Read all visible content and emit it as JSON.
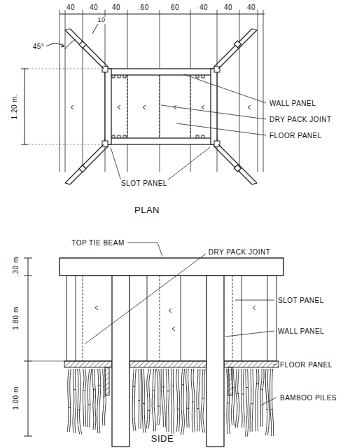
{
  "diagram": {
    "labels": [
      "40",
      "40",
      "40",
      ".60",
      "60",
      "40",
      "40",
      "40",
      "10",
      "45°",
      "1.20 m.",
      "WALL PANEL",
      "DRY PACK JOINT",
      "FLOOR PANEL",
      "SLOT PANEL",
      "PLAN",
      ".30 m",
      "1.80 m",
      "1.00 m",
      "TOP TIE BEAM",
      "DRY PACK JOINT",
      "SLOT PANEL",
      "WALL PANEL",
      "FLOOR PANEL",
      "BAMBOO PILES",
      "SIDE"
    ]
  }
}
